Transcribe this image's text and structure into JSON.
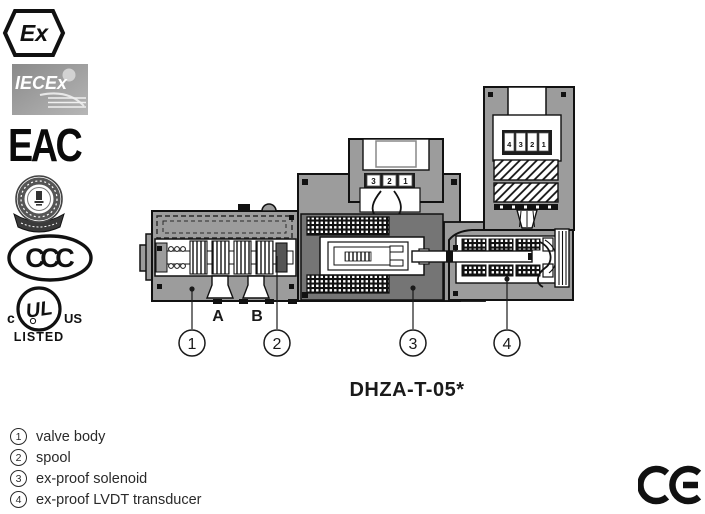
{
  "certifications": {
    "atex_label": "Ex",
    "iecex_label": "IECEx",
    "eac_label": "EAC",
    "ccc_letters": [
      "C",
      "C",
      "C"
    ],
    "ul": {
      "c": "c",
      "mark": "UL",
      "us": "US",
      "listed": "LISTED"
    }
  },
  "diagram": {
    "port_a": "A",
    "port_b": "B",
    "solenoid_terminals": [
      "3",
      "2",
      "1"
    ],
    "transducer_terminals": [
      "4",
      "3",
      "2",
      "1"
    ],
    "callouts": [
      "1",
      "2",
      "3",
      "4"
    ],
    "model": "DHZA-T-05*"
  },
  "legend": {
    "items": [
      {
        "num": "1",
        "label": "valve body"
      },
      {
        "num": "2",
        "label": "spool"
      },
      {
        "num": "3",
        "label": "ex-proof solenoid"
      },
      {
        "num": "4",
        "label": "ex-proof LVDT transducer"
      }
    ]
  },
  "ce_mark": "CE",
  "colors": {
    "body_gray": "#9c9c9c",
    "tube_gray": "#757575",
    "outline": "#111111"
  }
}
